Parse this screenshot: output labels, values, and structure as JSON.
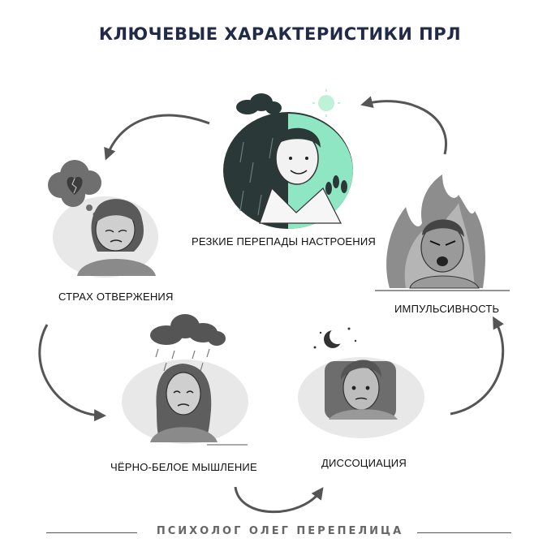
{
  "title": "КЛЮЧЕВЫЕ ХАРАКТЕРИСТИКИ ПРЛ",
  "items": [
    {
      "label": "РЕЗКИЕ ПЕРЕПАДЫ НАСТРОЕНИЯ"
    },
    {
      "label": "ИМПУЛЬСИВНОСТЬ"
    },
    {
      "label": "ДИССОЦИАЦИЯ"
    },
    {
      "label": "ЧЁРНО-БЕЛОЕ МЫШЛЕНИЕ"
    },
    {
      "label": "СТРАХ ОТВЕРЖЕНИЯ"
    }
  ],
  "footer": "ПСИХОЛОГ ОЛЕГ ПЕРЕПЕЛИЦА",
  "colors": {
    "title": "#222a4a",
    "accent_green": "#7fe0b8",
    "arrow": "#555555"
  }
}
